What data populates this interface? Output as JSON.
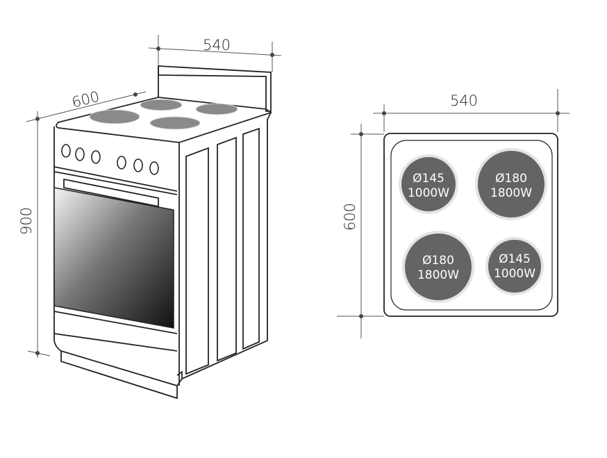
{
  "stove_view": {
    "width_label": "540",
    "depth_label": "600",
    "height_label": "900"
  },
  "hob_view": {
    "width_label": "540",
    "depth_label": "600",
    "zones": [
      {
        "diameter": "Ø145",
        "power": "1000W"
      },
      {
        "diameter": "Ø180",
        "power": "1800W"
      },
      {
        "diameter": "Ø180",
        "power": "1800W"
      },
      {
        "diameter": "Ø145",
        "power": "1000W"
      }
    ]
  },
  "colors": {
    "zone": "#646467",
    "zone_rim": "#e4e4e6",
    "line": "#222222"
  }
}
